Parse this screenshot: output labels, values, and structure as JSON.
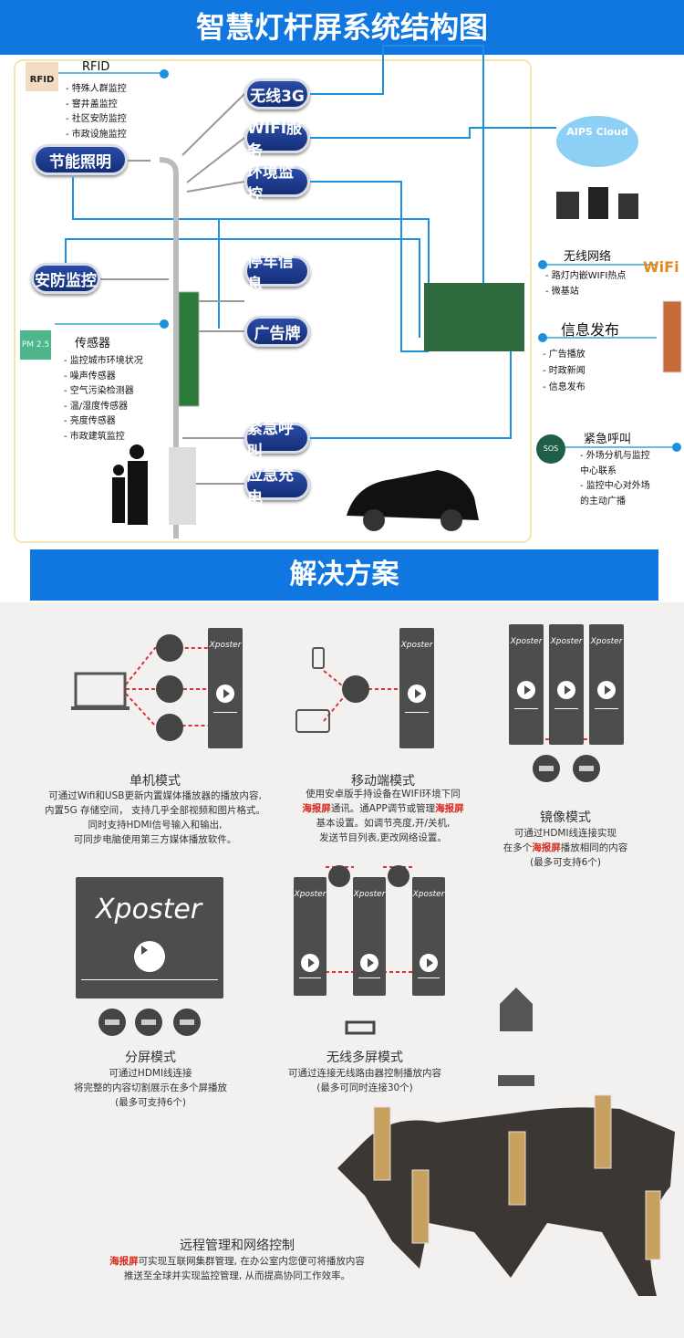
{
  "header": {
    "title": "智慧灯杆屏系统结构图"
  },
  "diagram": {
    "rfid": {
      "title": "RFID",
      "logo": "RFID",
      "items": [
        "- 特殊人群监控",
        "- 窨井盖监控",
        "- 社区安防监控",
        "- 市政设施监控"
      ]
    },
    "pills": {
      "lighting": "节能照明",
      "security": "安防监控",
      "g3": "无线3G",
      "wifi": "WIFI服务",
      "env": "环境监控",
      "parking": "停车信息",
      "ad": "广告牌",
      "emergency": "紧急呼叫",
      "charging": "应急充电"
    },
    "sensor": {
      "title": "传感器",
      "logo": "PM 2.5",
      "items": [
        "- 监控城市环境状况",
        "- 噪声传感器",
        "- 空气污染检测器",
        "- 温/湿度传感器",
        "- 亮度传感器",
        "- 市政建筑监控"
      ]
    },
    "cloud": {
      "label": "AIPS Cloud"
    },
    "network": {
      "title": "无线网络",
      "logo": "WiFi",
      "items": [
        "- 路灯内嵌WIFI热点",
        "- 微基站"
      ]
    },
    "info": {
      "title": "信息发布",
      "items": [
        "- 广告播放",
        "- 时政新闻",
        "- 信息发布"
      ]
    },
    "call": {
      "title": "紧急呼叫",
      "logo": "SOS",
      "items": [
        "- 外场分机与监控",
        "  中心联系",
        "- 监控中心对外场",
        "  的主动广播"
      ]
    },
    "colors": {
      "banner": "#1177e0",
      "pill": "#1a3a8a",
      "line": "#1b8fe0"
    }
  },
  "solutions": {
    "title": "解决方案",
    "brand": "Xposter",
    "standalone": {
      "title": "单机模式",
      "lines": [
        "可通过Wifi和USB更新内置媒体播放器的播放内容,",
        "内置5G 存储空间， 支持几乎全部视频和图片格式。",
        "同时支持HDMI信号输入和输出,",
        "可同步电脑使用第三方媒体播放软件。"
      ]
    },
    "mobile": {
      "title": "移动端模式",
      "l1": "使用安卓版手持设备在WIFI环境下同",
      "hl": "海报屏",
      "l2a": "通讯。通APP调节或管理",
      "l3": "基本设置。如调节亮度,开/关机,",
      "l4": "发送节目列表,更改网络设置。"
    },
    "mirror": {
      "title": "镜像模式",
      "l1": "可通过HDMI线连接实现",
      "l2a": "在多个",
      "hl": "海报屏",
      "l2b": "播放相同的内容",
      "l3": "(最多可支持6个)"
    },
    "split": {
      "title": "分屏模式",
      "lines": [
        "可通过HDMI线连接",
        "将完整的内容切割展示在多个屏播放",
        "(最多可支持6个)"
      ]
    },
    "wireless": {
      "title": "无线多屏模式",
      "lines": [
        "可通过连接无线路由器控制播放内容",
        "(最多可同时连接30个)"
      ]
    },
    "remote": {
      "title": "远程管理和网络控制",
      "hl": "海报屏",
      "l1": "可实现互联网集群管理, 在办公室内您便可将播放内容",
      "l2": "推送至全球并实现监控管理, 从而提高协同工作效率。"
    }
  }
}
